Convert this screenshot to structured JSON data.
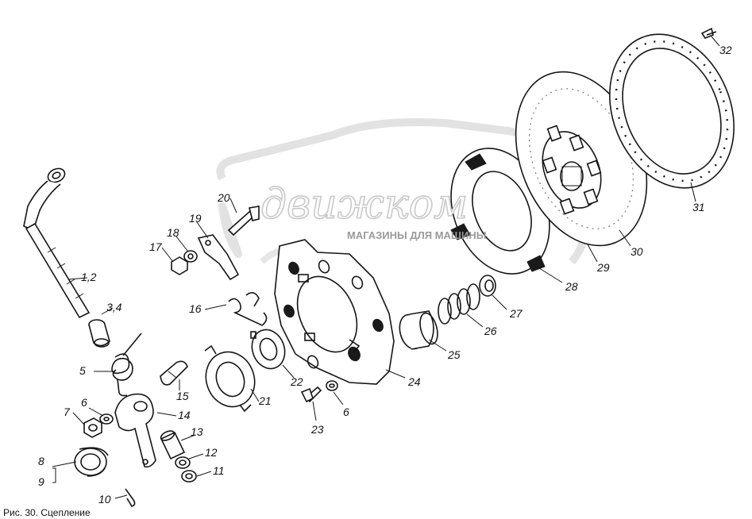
{
  "watermark": {
    "brand": "движком",
    "tagline": "МАГАЗИНЫ ДЛЯ МАШИНЫ"
  },
  "caption": "Рис. 30. Сцепление",
  "callouts": {
    "c1_2": "1,2",
    "c3_4": "3,4",
    "c5": "5",
    "c6a": "6",
    "c7": "7",
    "c8": "8",
    "c9": "9",
    "c10": "10",
    "c11": "11",
    "c12": "12",
    "c13": "13",
    "c14": "14",
    "c15": "15",
    "c16": "16",
    "c17": "17",
    "c18": "18",
    "c19": "19",
    "c20": "20",
    "c21": "21",
    "c22": "22",
    "c23": "23",
    "c6b": "6",
    "c24": "24",
    "c25": "25",
    "c26": "26",
    "c27": "27",
    "c28": "28",
    "c29": "29",
    "c30": "30",
    "c31": "31",
    "c32": "32"
  }
}
